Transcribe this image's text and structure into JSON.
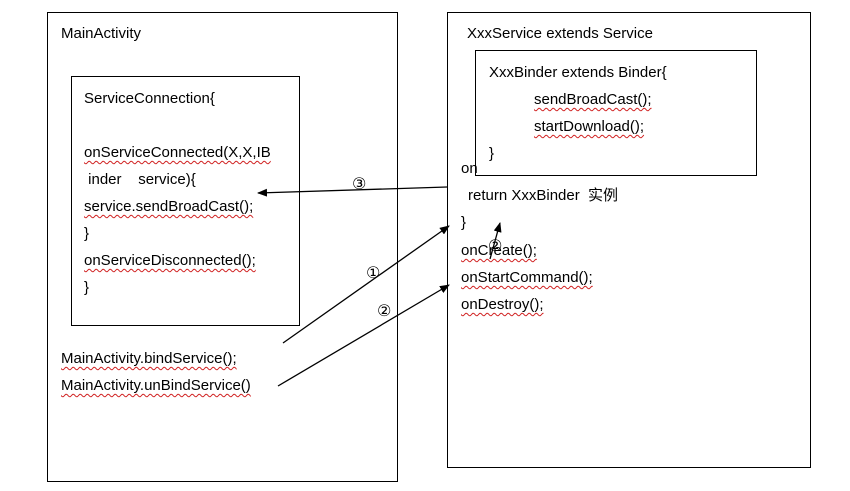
{
  "main_activity": {
    "title": "MainActivity",
    "service_connection": {
      "header": "ServiceConnection{",
      "connected_1": "onServiceConnected(X,X,IB",
      "connected_2": " inder    service){",
      "send_call": "service.sendBroadCast();",
      "close_1": "}",
      "disconnected": "onServiceDisconnected();",
      "close_2": "}"
    },
    "bind_call": "MainActivity.bindService();",
    "unbind_call": "MainActivity.unBindService()"
  },
  "service": {
    "title": "XxxService extends Service",
    "binder": {
      "header": "XxxBinder extends Binder{",
      "method_1": "sendBroadCast();",
      "method_2": "startDownload();",
      "close": "}"
    },
    "on_bind_partial": "on",
    "return_line": "return XxxBinder  实例",
    "close": "}",
    "on_create": "onCreate();",
    "on_start_command": "onStartCommand();",
    "on_destroy": "onDestroy();"
  },
  "step_markers": {
    "step_1": "①",
    "step_2_bind": "②",
    "step_2_unbind": "②",
    "step_3": "③"
  }
}
